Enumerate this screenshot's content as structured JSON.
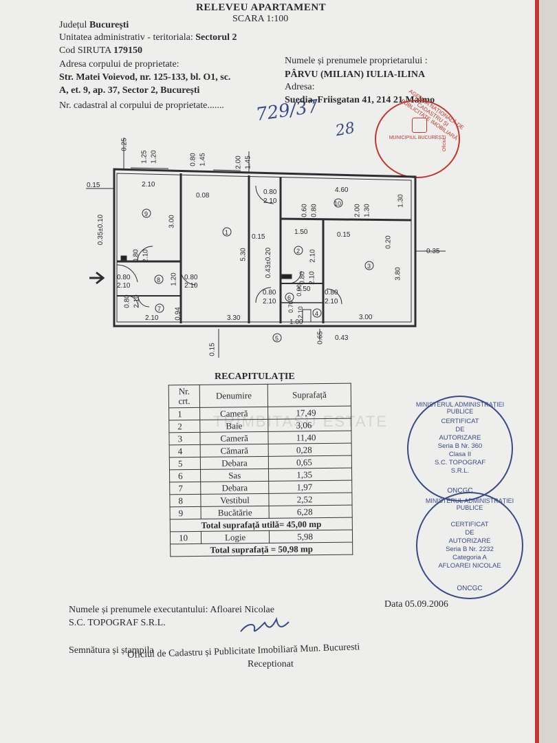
{
  "header": {
    "title": "RELEVEU APARTAMENT",
    "scale": "SCARA 1:100",
    "county_label": "Județul",
    "county_value": "București",
    "admin_unit_label": "Unitatea administrativ - teritoriala:",
    "admin_unit_value": "Sectorul 2",
    "siruta_label": "Cod SIRUTA",
    "siruta_value": "179150",
    "address_label": "Adresa corpului de proprietate:",
    "address_line1": "Str. Matei Voievod, nr. 125-133, bl. O1, sc.",
    "address_line2": "A, et. 9, ap. 37, Sector 2, București",
    "cadastral_label": "Nr. cadastral al corpului de proprietate.......",
    "cadastral_value": "729/37",
    "owner_label": "Numele și prenumele proprietarului :",
    "owner_value": "PÂRVU  (MILIAN) IULIA-ILINA",
    "owner_address_label": "Adresa:",
    "owner_address_value": "Suedia, Friisgatan 41, 214 21 Malmo"
  },
  "plan_labels": {
    "d_025": "0.25",
    "d_125": "1.25",
    "d_120": "1.20",
    "d_080a": "0.80",
    "d_145a": "1.45",
    "d_200": "2.00",
    "d_145b": "1.45",
    "d_015a": "0.15",
    "d_210a": "2.10",
    "d_008": "0.08",
    "d_080b": "0.80",
    "d_210b": "2.10",
    "d_460": "4.60",
    "d_060": "0.60",
    "d_080c": "0.80",
    "d_200b": "2.00",
    "d_130a": "1.30",
    "d_130b": "1.30",
    "d_300a": "3.00",
    "d_150a": "1.50",
    "d_015b": "0.15",
    "d_015c": "0.15",
    "d_020": "0.20",
    "d_035a": "0.35",
    "d_035b": "0.35±0.10",
    "d_080d": "0.80",
    "d_210c": "2.10",
    "d_530": "5.30",
    "d_043a": "0.43±0.20",
    "d_210d": "2.10",
    "d_080e": "0.80",
    "d_210e": "2.10",
    "d_080f": "0.80",
    "d_210f": "2.10",
    "d_120b": "1.20",
    "d_080g": "0.80",
    "d_210g": "2.10",
    "d_380": "3.80",
    "d_080h": "0.80",
    "d_210h": "2.10",
    "d_080i": "0.80",
    "d_210i": "2.10",
    "d_150b": "1.50",
    "d_080j": "0.80",
    "d_210j": "2.10",
    "d_070": "0.70",
    "d_090": "0.90",
    "d_210k": "2.10",
    "d_094": "0.94",
    "d_210l": "2.10",
    "d_330": "3.30",
    "d_100": "1.00",
    "d_300b": "3.00",
    "d_015d": "0.15",
    "d_065": "0.65",
    "d_043b": "0.43",
    "room_1": "1",
    "room_2": "2",
    "room_3": "3",
    "room_4": "4",
    "room_5": "5",
    "room_6": "6",
    "room_7": "7",
    "room_8": "8",
    "room_9": "9",
    "room_10": "10"
  },
  "recap": {
    "title": "RECAPITULAȚIE",
    "col_nr": "Nr. crt.",
    "col_name": "Denumire",
    "col_area": "Suprafață",
    "rows": [
      {
        "nr": "1",
        "name": "Cameră",
        "area": "17,49"
      },
      {
        "nr": "2",
        "name": "Baie",
        "area": "3,06"
      },
      {
        "nr": "3",
        "name": "Cameră",
        "area": "11,40"
      },
      {
        "nr": "4",
        "name": "Cămară",
        "area": "0,28"
      },
      {
        "nr": "5",
        "name": "Debara",
        "area": "0,65"
      },
      {
        "nr": "6",
        "name": "Sas",
        "area": "1,35"
      },
      {
        "nr": "7",
        "name": "Debara",
        "area": "1,97"
      },
      {
        "nr": "8",
        "name": "Vestibul",
        "area": "2,52"
      },
      {
        "nr": "9",
        "name": "Bucătărie",
        "area": "6,28"
      }
    ],
    "total_useful": "Total suprafață utilă= 45,00 mp",
    "extra_nr": "10",
    "extra_name": "Logie",
    "extra_area": "5,98",
    "total": "Total suprafață = 50,98 mp"
  },
  "stamps": {
    "stamp1_ring": "MINISTERUL ADMINISTRAȚIEI PUBLICE",
    "stamp1_line1": "CERTIFICAT",
    "stamp1_line2": "DE",
    "stamp1_line3": "AUTORIZARE",
    "stamp1_line4": "Seria B Nr. 360",
    "stamp1_line5": "Clasa II",
    "stamp1_line6": "S.C. TOPOGRAF S.R.L.",
    "stamp1_bottom": "ONCGC",
    "stamp2_ring": "MINISTERUL ADMINISTRAȚIEI PUBLICE",
    "stamp2_line1": "CERTIFICAT",
    "stamp2_line2": "DE",
    "stamp2_line3": "AUTORIZARE",
    "stamp2_line4": "Seria B Nr. 2232",
    "stamp2_line5": "Categoria A",
    "stamp2_line6": "AFLOAREI NICOLAE",
    "stamp2_bottom": "ONCGC",
    "red_stamp_ring": "AGENȚIA NAȚIONALĂ DE CADASTRU ȘI PUBLICITATE IMOBILIARĂ",
    "red_stamp_inner": "MUNICIPIUL BUCUREȘTI",
    "red_stamp_side": "Oficiul",
    "handwritten_note": "28",
    "watermark": "TRIMBITAȘU ESTATE"
  },
  "footer": {
    "date": "Data 05.09.2006",
    "executor_label": "Numele și prenumele executantului:",
    "executor_value": "Afloarei Nicolae",
    "company": "S.C. TOPOGRAF S.R.L.",
    "signature_label": "Semnătura și ștampila",
    "office_line1": "Oficiul de Cadastru și Publicitate Imobiliară Mun. Bucuresti",
    "office_line2": "Receptionat"
  }
}
